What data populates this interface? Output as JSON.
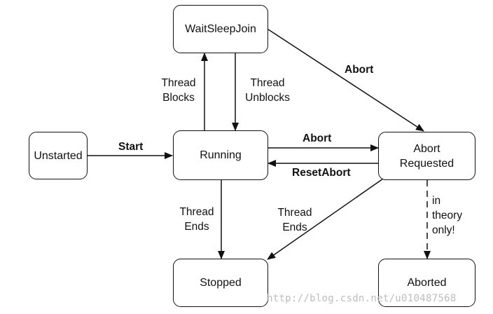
{
  "nodes": {
    "waitsleepjoin": "WaitSleepJoin",
    "unstarted": "Unstarted",
    "running": "Running",
    "abort_requested": "Abort\nRequested",
    "stopped": "Stopped",
    "aborted": "Aborted"
  },
  "edges": {
    "start": "Start",
    "thread_blocks": "Thread\nBlocks",
    "thread_unblocks": "Thread\nUnblocks",
    "abort_top": "Abort",
    "abort_mid": "Abort",
    "reset_abort": "ResetAbort",
    "thread_ends_left": "Thread\nEnds",
    "thread_ends_right": "Thread\nEnds",
    "in_theory_only": "in\ntheory\nonly!"
  },
  "watermark": "http://blog.csdn.net/u010487568"
}
